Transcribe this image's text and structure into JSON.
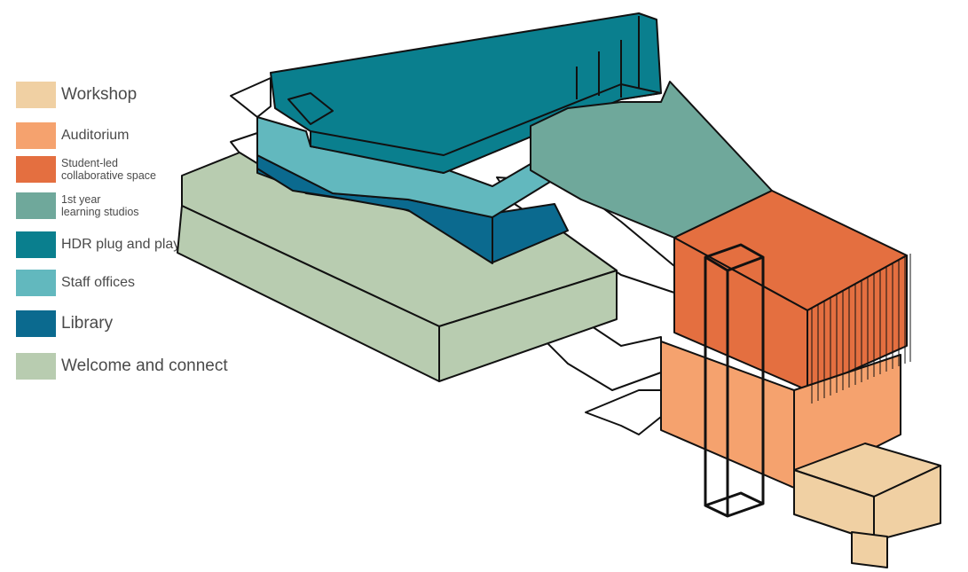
{
  "legend": {
    "items": [
      {
        "key": "workshop",
        "label": "Workshop",
        "color": "#F0D0A3"
      },
      {
        "key": "auditorium",
        "label": "Auditorium",
        "color": "#F5A26E"
      },
      {
        "key": "student_led",
        "label_lines": [
          "Student-led",
          "collaborative space"
        ],
        "color": "#E46F40"
      },
      {
        "key": "first_year",
        "label_lines": [
          "1st year",
          "learning studios"
        ],
        "color": "#6FA89B"
      },
      {
        "key": "hdr",
        "label": "HDR plug and play",
        "color": "#0A7F8E"
      },
      {
        "key": "staff",
        "label": "Staff offices",
        "color": "#62B8BE"
      },
      {
        "key": "library",
        "label": "Library",
        "color": "#0B6A8F"
      },
      {
        "key": "welcome",
        "label": "Welcome and connect",
        "color": "#B8CCB0"
      }
    ]
  }
}
